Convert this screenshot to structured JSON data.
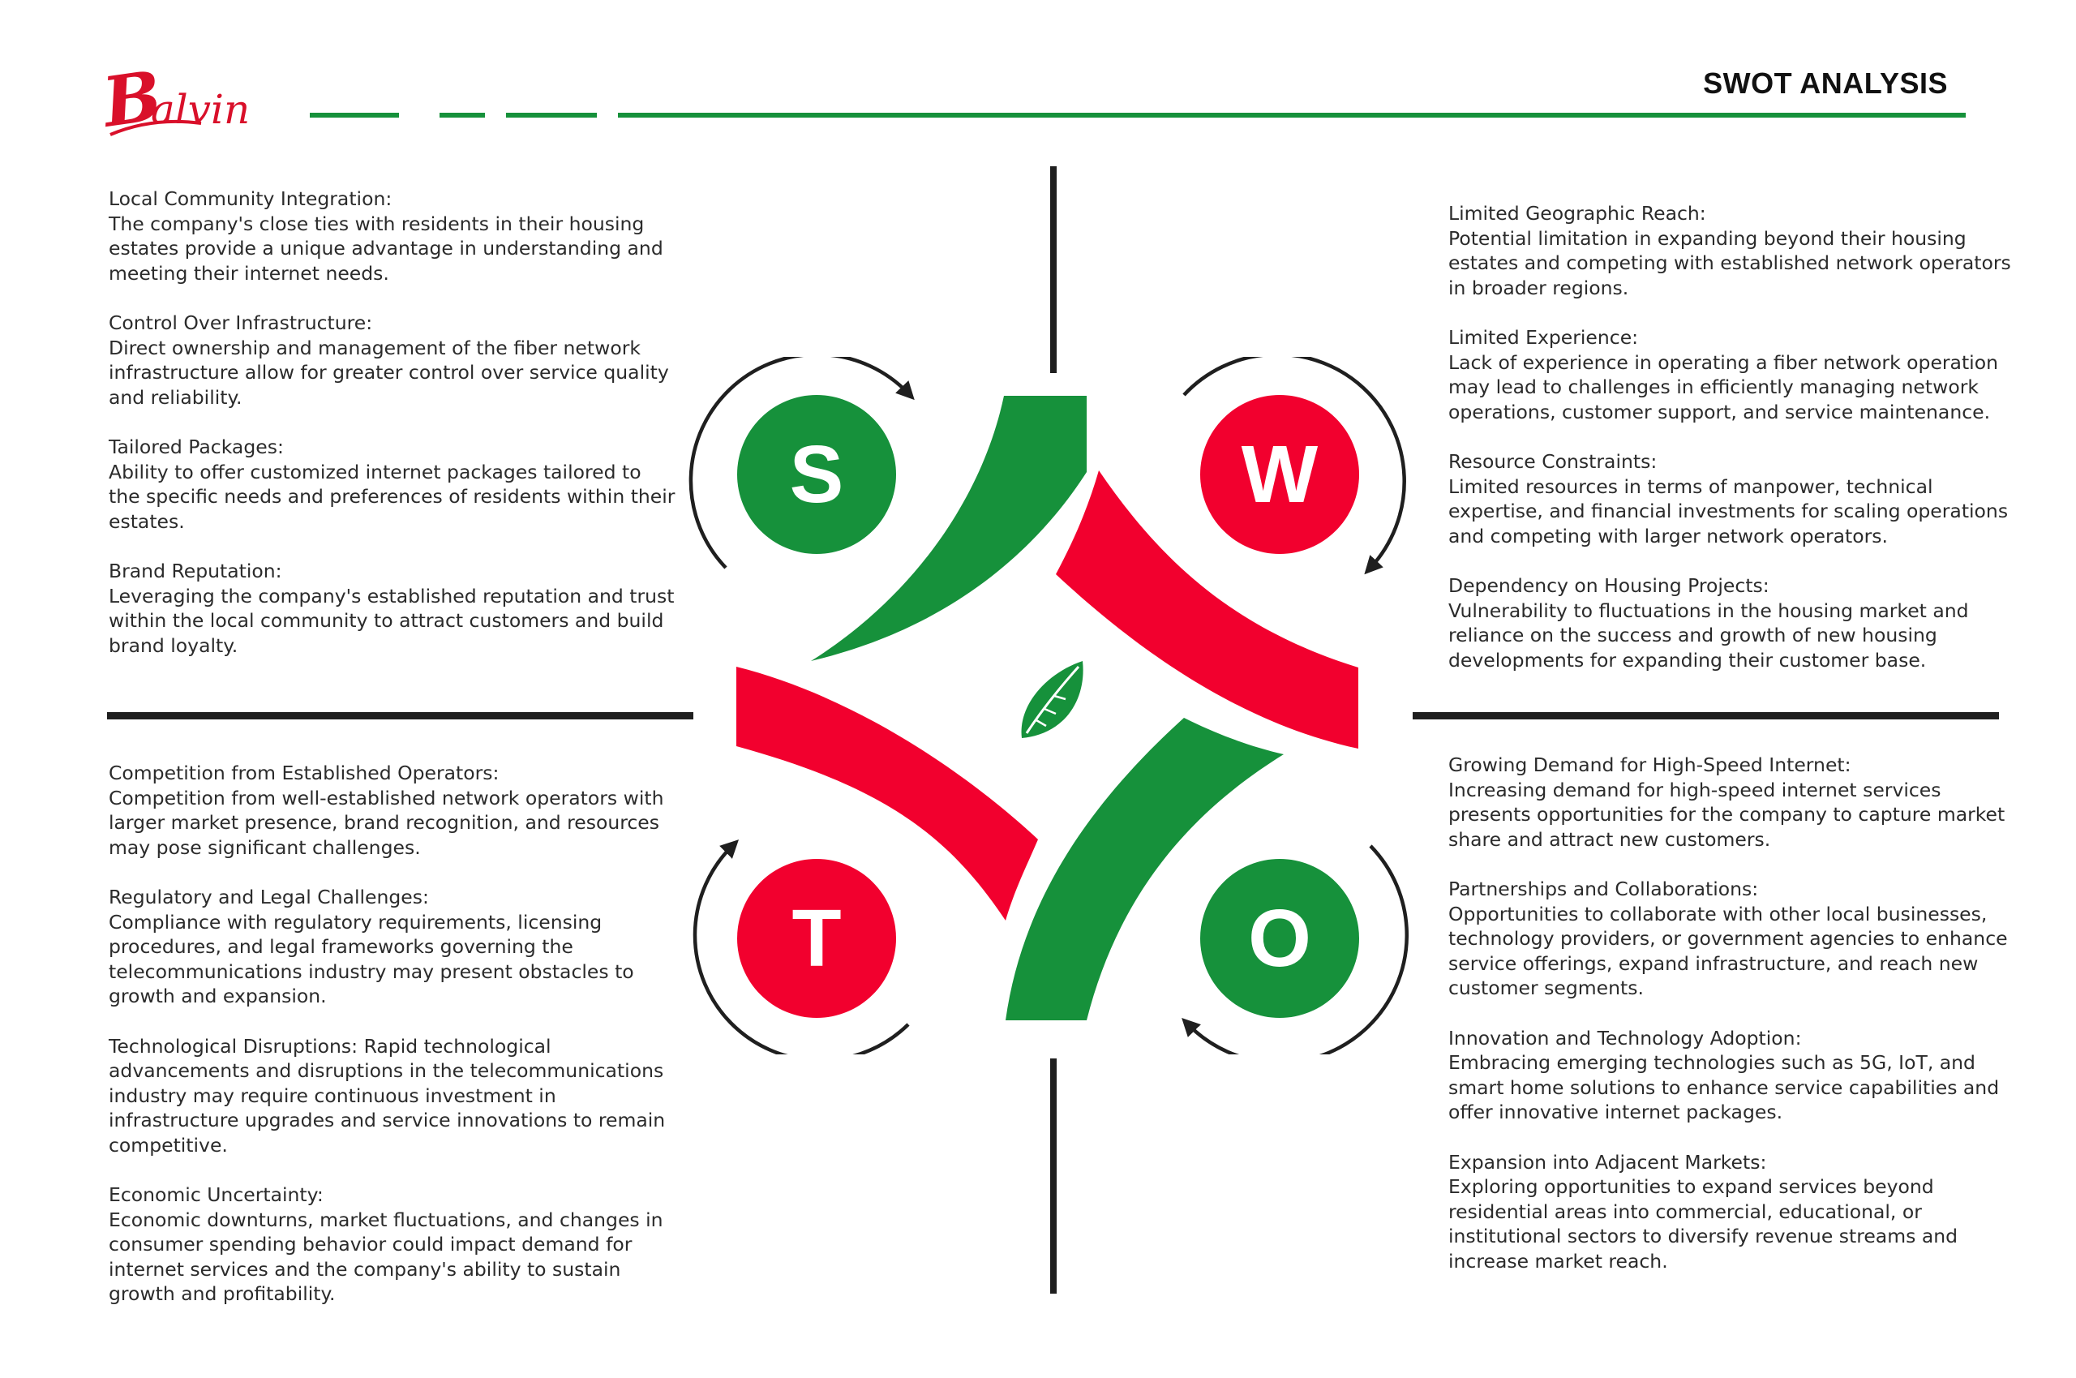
{
  "header": {
    "logo_text": "Balvin",
    "title": "SWOT ANALYSIS"
  },
  "colors": {
    "green": "#16913b",
    "red": "#f2002e",
    "dark": "#1f1f1f"
  },
  "swot": {
    "s_letter": "S",
    "w_letter": "W",
    "o_letter": "O",
    "t_letter": "T"
  },
  "strengths": [
    {
      "title": "Local Community Integration:",
      "body": "The company's close ties with residents in their housing estates provide a unique advantage in understanding and meeting their internet needs."
    },
    {
      "title": "Control Over Infrastructure:",
      "body": "Direct ownership and management of the fiber network infrastructure allow for greater control over service quality and reliability."
    },
    {
      "title": "Tailored Packages:",
      "body": "Ability to offer customized internet packages tailored to the specific needs and preferences of residents within their estates."
    },
    {
      "title": "Brand Reputation:",
      "body": "Leveraging the company's established reputation and trust within the local community to attract customers and build brand loyalty."
    }
  ],
  "weaknesses": [
    {
      "title": "Limited Geographic Reach:",
      "body": "Potential limitation in expanding beyond their housing estates and competing with established network operators in broader regions."
    },
    {
      "title": "Limited Experience:",
      "body": "Lack of experience in operating a fiber network operation may lead to challenges in efficiently managing network operations, customer support, and service maintenance."
    },
    {
      "title": "Resource Constraints:",
      "body": "Limited resources in terms of manpower, technical expertise, and financial investments for scaling operations and competing with larger network operators."
    },
    {
      "title": "Dependency on Housing Projects:",
      "body": "Vulnerability to fluctuations in the housing market and reliance on the success and growth of new housing developments for expanding their customer base."
    }
  ],
  "threats": [
    {
      "title": "Competition from Established Operators:",
      "body": "Competition from well-established network operators with larger market presence, brand recognition, and resources may pose significant challenges."
    },
    {
      "title": "Regulatory and Legal Challenges:",
      "body": "Compliance with regulatory requirements, licensing procedures, and legal frameworks governing the telecommunications industry may present obstacles to growth and expansion."
    },
    {
      "title": "",
      "body": "Technological Disruptions: Rapid technological advancements and disruptions in the telecommunications industry may require continuous investment in infrastructure upgrades and service innovations to remain competitive."
    },
    {
      "title": "Economic Uncertainty:",
      "body": "Economic downturns, market fluctuations, and changes in consumer spending behavior could impact demand for internet services and the company's ability to sustain growth and profitability."
    }
  ],
  "opportunities": [
    {
      "title": "Growing Demand for High-Speed Internet:",
      "body": "Increasing demand for high-speed internet services presents opportunities for the company to capture market share and attract new customers."
    },
    {
      "title": "Partnerships and Collaborations:",
      "body": "Opportunities to collaborate with other local businesses, technology providers, or government agencies to enhance service offerings, expand infrastructure, and reach new customer segments."
    },
    {
      "title": "Innovation and Technology Adoption:",
      "body": "Embracing emerging technologies such as 5G, IoT, and smart home solutions to enhance service capabilities and offer innovative internet packages."
    },
    {
      "title": "Expansion into Adjacent Markets:",
      "body": "Exploring opportunities to expand services beyond residential areas into commercial, educational, or institutional sectors to diversify revenue streams and increase market reach."
    }
  ]
}
